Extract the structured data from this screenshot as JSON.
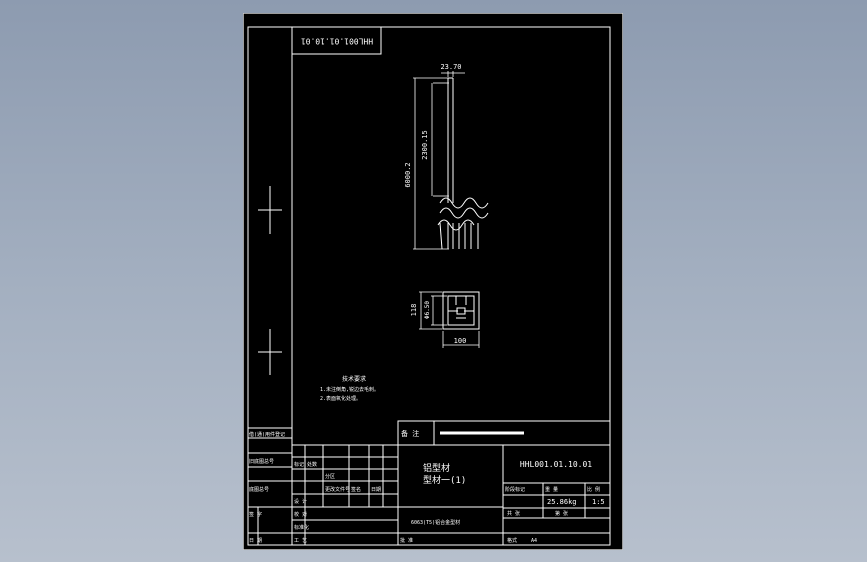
{
  "drawing": {
    "rotated_code": "HHL001.01.10.01",
    "dimensions": {
      "profile_width": "23.70",
      "partial_length": "2300.15",
      "total_length": "6000.2",
      "section_height": "118",
      "section_inner": "Φ6.50",
      "section_width": "100"
    },
    "tech_notes": {
      "title": "技术要求",
      "line1": "1.未注倒角,锐边去毛刺。",
      "line2": "2.表面氧化处理。"
    },
    "side_box_1": "借(通)用件登记",
    "side_box_2": "旧底图总号",
    "side_box_3": "底图总号",
    "side_box_4": "签 字",
    "side_box_5": "日 期"
  },
  "title_block": {
    "remark_label": "备 注",
    "part_code": "HHL001.01.10.01",
    "part_name_line1": "铝型材",
    "part_name_line2": "型材一(1)",
    "material": "6063(T5)铝合金型材",
    "mass": "25.86kg",
    "scale": "1:5",
    "stage_label": "阶段标记",
    "weight_label": "重 量",
    "scale_label": "比 例",
    "sheet_total": "共 张",
    "sheet_no": "第 张",
    "design": "设 计",
    "check": "校 对",
    "process": "工 艺",
    "approve": "批 准",
    "std": "标准化",
    "mark": "标记",
    "count": "处数",
    "division": "分区",
    "change_doc": "更改文件号",
    "sign": "签名",
    "date": "日期",
    "format": "格式",
    "a4": "A4"
  }
}
